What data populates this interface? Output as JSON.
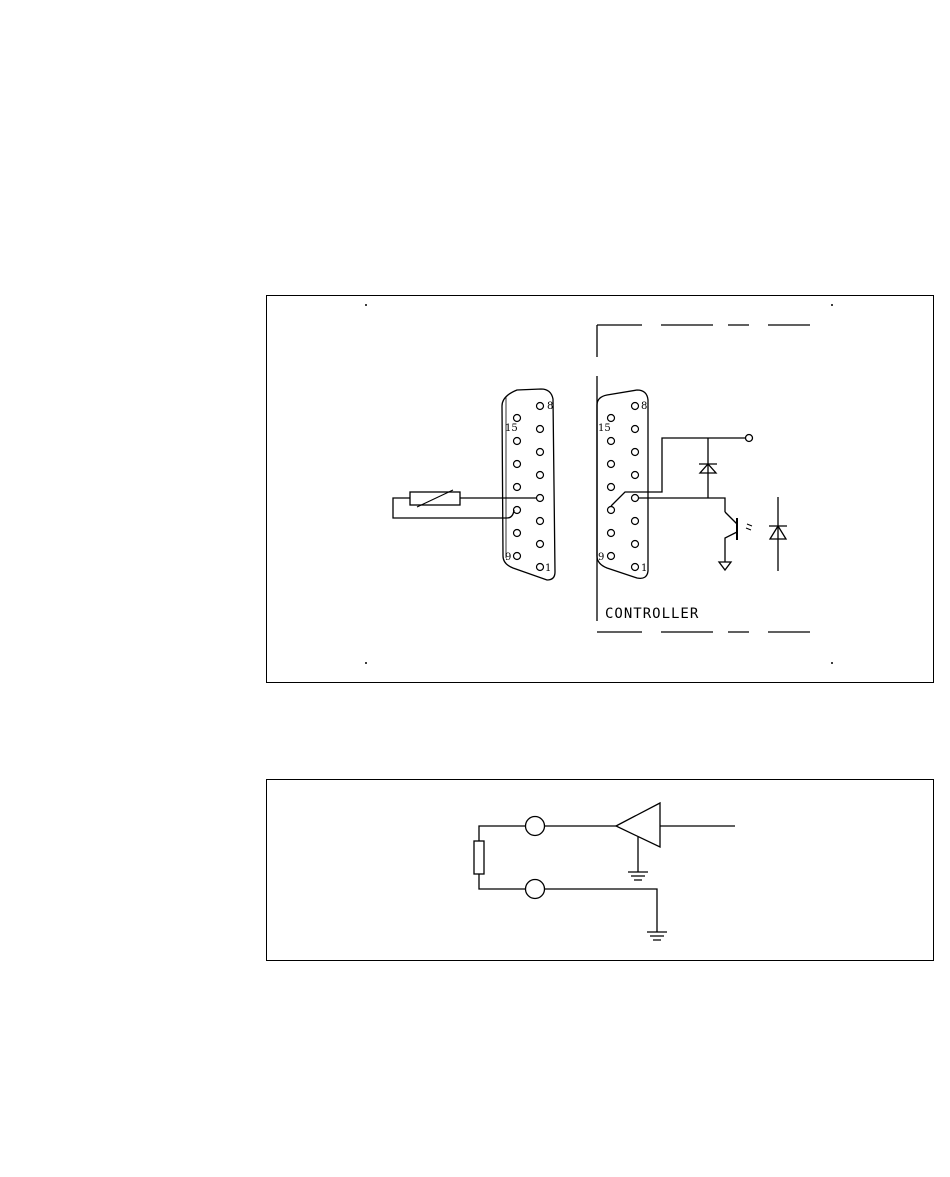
{
  "top_diagram": {
    "left_connector": {
      "pin_labels": {
        "p8": "8",
        "p15": "15",
        "p9": "9",
        "p1": "1"
      }
    },
    "right_connector": {
      "pin_labels": {
        "p8": "8",
        "p15": "15",
        "p9": "9",
        "p1": "1"
      }
    },
    "controller_label": "CONTROLLER"
  },
  "bottom_diagram": {}
}
